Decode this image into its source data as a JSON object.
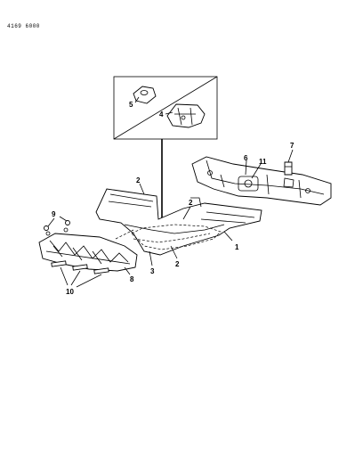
{
  "document": {
    "id": "4169 6000"
  },
  "callouts": {
    "c1": "1",
    "c2a": "2",
    "c2b": "2",
    "c2c": "2",
    "c3": "3",
    "c4": "4",
    "c5": "5",
    "c6": "6",
    "c7": "7",
    "c8": "8",
    "c9": "9",
    "c10": "10",
    "c11": "11"
  }
}
